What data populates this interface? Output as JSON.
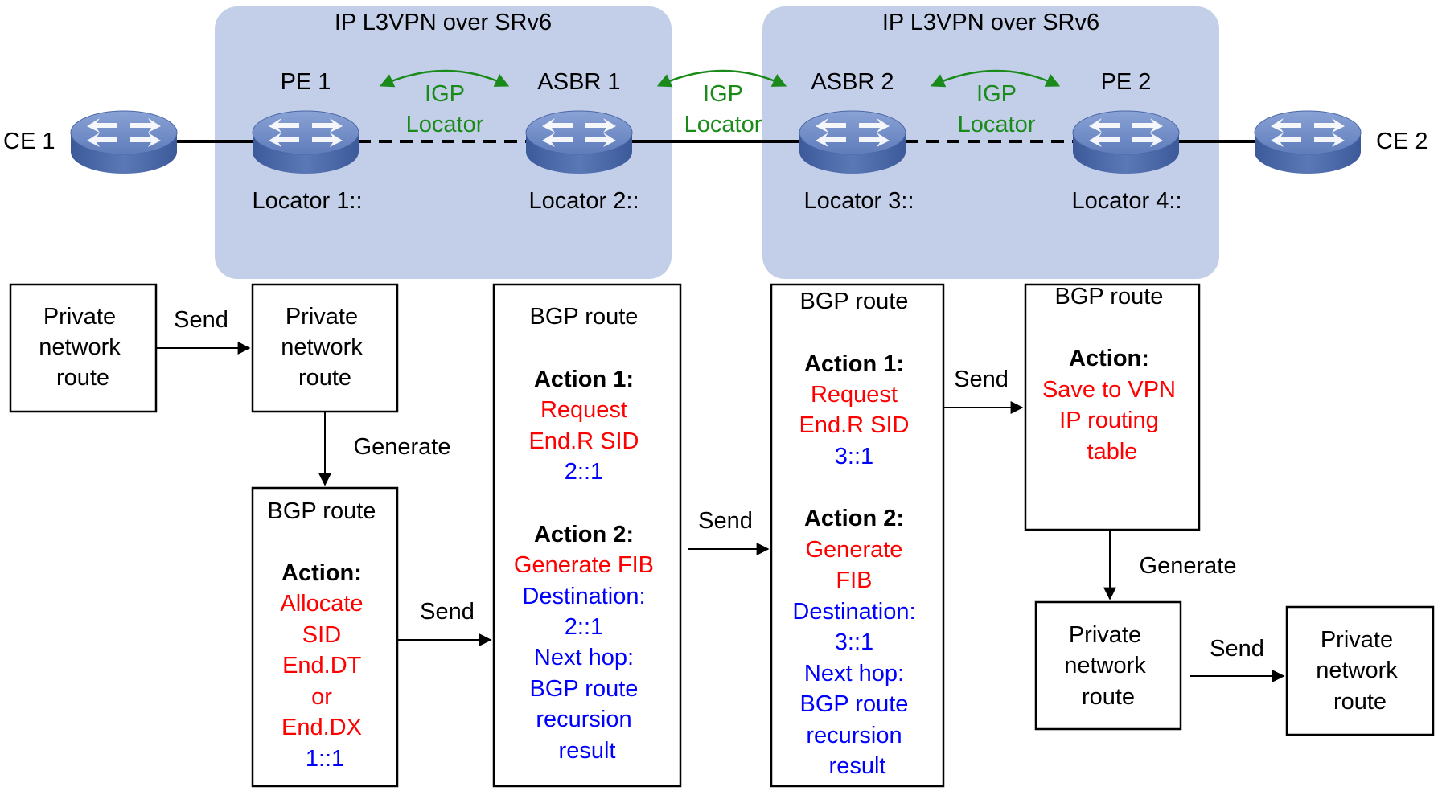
{
  "domains": [
    {
      "title": "IP L3VPN over SRv6"
    },
    {
      "title": "IP L3VPN over SRv6"
    }
  ],
  "devices": {
    "ce1": {
      "name": "CE 1"
    },
    "pe1": {
      "name": "PE 1",
      "locator": "Locator 1::"
    },
    "asbr1": {
      "name": "ASBR 1",
      "locator": "Locator 2::"
    },
    "asbr2": {
      "name": "ASBR 2",
      "locator": "Locator 3::"
    },
    "pe2": {
      "name": "PE 2",
      "locator": "Locator 4::"
    },
    "ce2": {
      "name": "CE 2"
    }
  },
  "igp_links": [
    {
      "l1": "IGP",
      "l2": "Locator"
    },
    {
      "l1": "IGP",
      "l2": "Locator"
    },
    {
      "l1": "IGP",
      "l2": "Locator"
    }
  ],
  "colors": {
    "domain": "#c3cfe8",
    "router": "#6b86c0",
    "green": "#1a8a1a",
    "red": "#ff0000",
    "blue": "#0000ff"
  },
  "boxes": {
    "b1": {
      "lines": [
        "Private",
        "network",
        "route"
      ]
    },
    "b2": {
      "lines": [
        "Private",
        "network",
        "route"
      ]
    },
    "b3": {
      "title": "BGP route",
      "action": "Action:",
      "red": [
        "Allocate",
        "SID",
        "End.DT",
        "or",
        "End.DX"
      ],
      "blue": [
        "1::1"
      ]
    },
    "b4": {
      "title": "BGP route",
      "a1": "Action 1:",
      "a1_red": [
        "Request",
        "End.R SID"
      ],
      "a1_blue": [
        "2::1"
      ],
      "a2": "Action 2:",
      "a2_red": [
        "Generate FIB"
      ],
      "a2_blue": [
        "Destination:",
        "2::1",
        "Next hop:",
        "BGP route",
        "recursion",
        "result"
      ]
    },
    "b5": {
      "title": "BGP route",
      "a1": "Action 1:",
      "a1_red": [
        "Request",
        "End.R SID"
      ],
      "a1_blue": [
        "3::1"
      ],
      "a2": "Action 2:",
      "a2_red": [
        "Generate",
        "FIB"
      ],
      "a2_blue": [
        "Destination:",
        "3::1",
        "Next hop:",
        "BGP route",
        "recursion",
        "result"
      ]
    },
    "b6": {
      "title": "BGP route",
      "action": "Action:",
      "red": [
        "Save to VPN",
        "IP routing",
        "table"
      ]
    },
    "b7": {
      "lines": [
        "Private",
        "network",
        "route"
      ]
    },
    "b8": {
      "lines": [
        "Private",
        "network",
        "route"
      ]
    }
  },
  "flow": {
    "send1": "Send",
    "gen1": "Generate",
    "send2": "Send",
    "send3": "Send",
    "send4": "Send",
    "gen2": "Generate",
    "send5": "Send"
  }
}
